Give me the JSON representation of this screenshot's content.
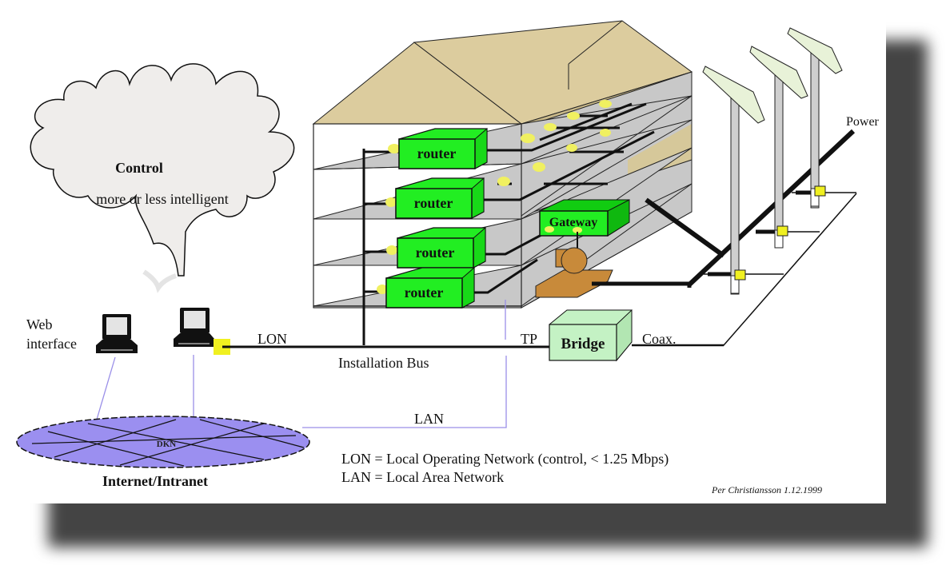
{
  "cloud": {
    "title": "Control",
    "subtitle": "more or less intelligent",
    "fill": "#efedeb"
  },
  "devices": {
    "routers": [
      {
        "label": "router"
      },
      {
        "label": "router"
      },
      {
        "label": "router"
      },
      {
        "label": "router"
      }
    ],
    "gateway": {
      "label": "Gateway"
    },
    "bridge": {
      "label": "Bridge"
    }
  },
  "labels": {
    "web_interface_line1": "Web",
    "web_interface_line2": "interface",
    "lon": "LON",
    "installation_bus": "Installation Bus",
    "tp": "TP",
    "coax": "Coax.",
    "power": "Power",
    "lan": "LAN",
    "dkn": "DKN",
    "internet": "Internet/Intranet"
  },
  "legend": [
    {
      "text": "LON = Local Operating Network (control, < 1.25 Mbps)"
    },
    {
      "text": "LAN = Local Area Network"
    }
  ],
  "credit": "Per Christiansson 1.12.1999",
  "colors": {
    "router_green": "#22ee22",
    "gateway_green": "#11cc11",
    "bridge_green": "#c4f2c4",
    "roof_tan": "#dccc9e",
    "floor_gray": "#c8c8c8",
    "network_purple": "#9b8ff0",
    "lan_line": "#9a8fe8",
    "connector_yellow": "#f0f060",
    "panel_green": "#e8f2d8",
    "motor_brown": "#c88a3a"
  }
}
